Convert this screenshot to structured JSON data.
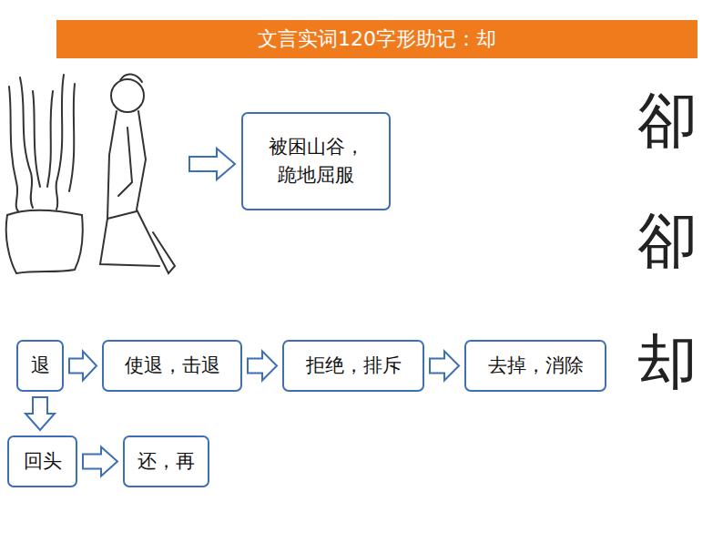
{
  "diagram": {
    "title": "文言实词120字形助记：却",
    "nodes": [
      {
        "text": [
          "被困山谷， 跪地屈服"
        ]
      },
      {
        "text": [
          "退"
        ]
      },
      {
        "text": [
          "使退，击退"
        ]
      },
      {
        "text": [
          "拒绝，排斥"
        ]
      },
      {
        "text": [
          "去掉，消除"
        ]
      },
      {
        "text": [
          "回头"
        ]
      },
      {
        "text": [
          "还，再"
        ]
      }
    ],
    "edges": [
      {
        "from": 1,
        "to": 2,
        "arrow": "to"
      },
      {
        "from": 2,
        "to": 3,
        "arrow": "to"
      },
      {
        "from": 3,
        "to": 4,
        "arrow": "to"
      },
      {
        "from": 1,
        "to": 5,
        "arrow": "to"
      },
      {
        "from": 5,
        "to": 6,
        "arrow": "to"
      }
    ],
    "labels": [
      "卻",
      "卻",
      "却"
    ]
  }
}
